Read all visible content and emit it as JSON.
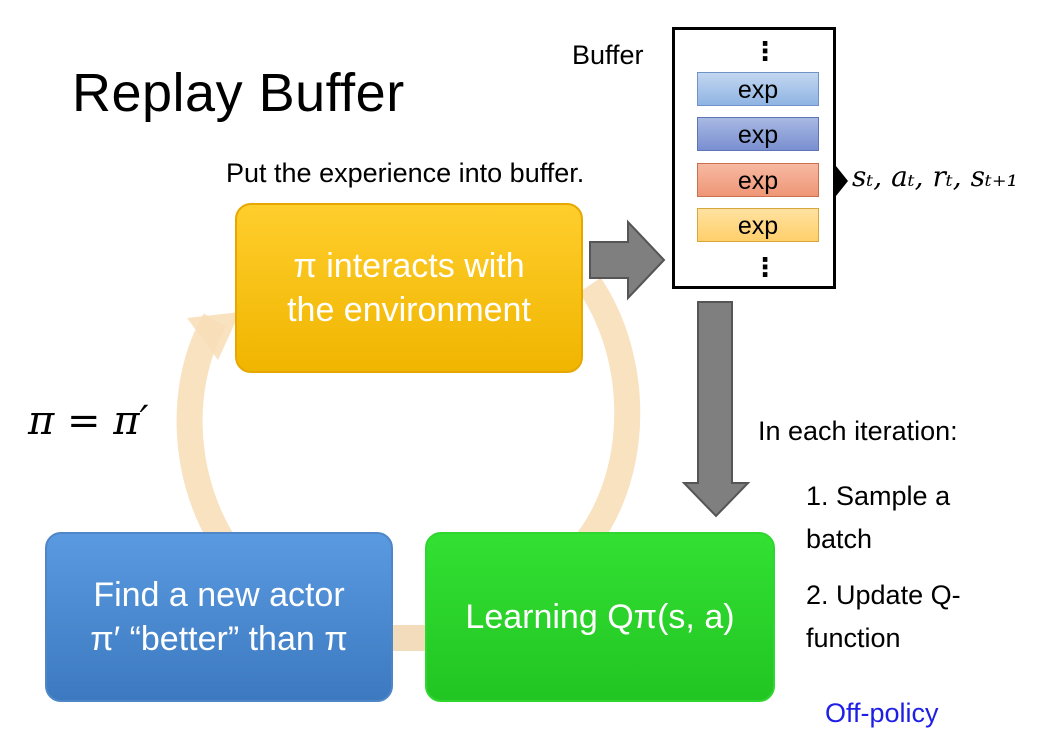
{
  "title": "Replay Buffer",
  "pi_update": "π = π′",
  "buffer": {
    "label": "Buffer",
    "dots": "⋮",
    "items": [
      "exp",
      "exp",
      "exp",
      "exp"
    ],
    "tuple": "sₜ, aₜ, rₜ, sₜ₊₁"
  },
  "put_text": "Put the experience into buffer.",
  "nodes": {
    "env": {
      "line1": "π interacts with",
      "line2": "the environment"
    },
    "find": {
      "line1": "Find a new actor",
      "line2": "π′ “better” than π"
    },
    "learn": {
      "line1": "Learning Qπ(s, a)"
    }
  },
  "iteration": {
    "heading": "In each iteration:",
    "step1_line1": "1. Sample a",
    "step1_line2": "batch",
    "step2_line1": "2. Update Q-",
    "step2_line2": "function"
  },
  "off_policy": "Off-policy",
  "colors": {
    "env_node": "#f5bc0f",
    "find_node": "#4a88d0",
    "learn_node": "#2bd42b",
    "cycle_arrow": "#f7dfb9",
    "gray_arrow": "#7f7f7f",
    "off_policy_text": "#1e1ee6"
  }
}
